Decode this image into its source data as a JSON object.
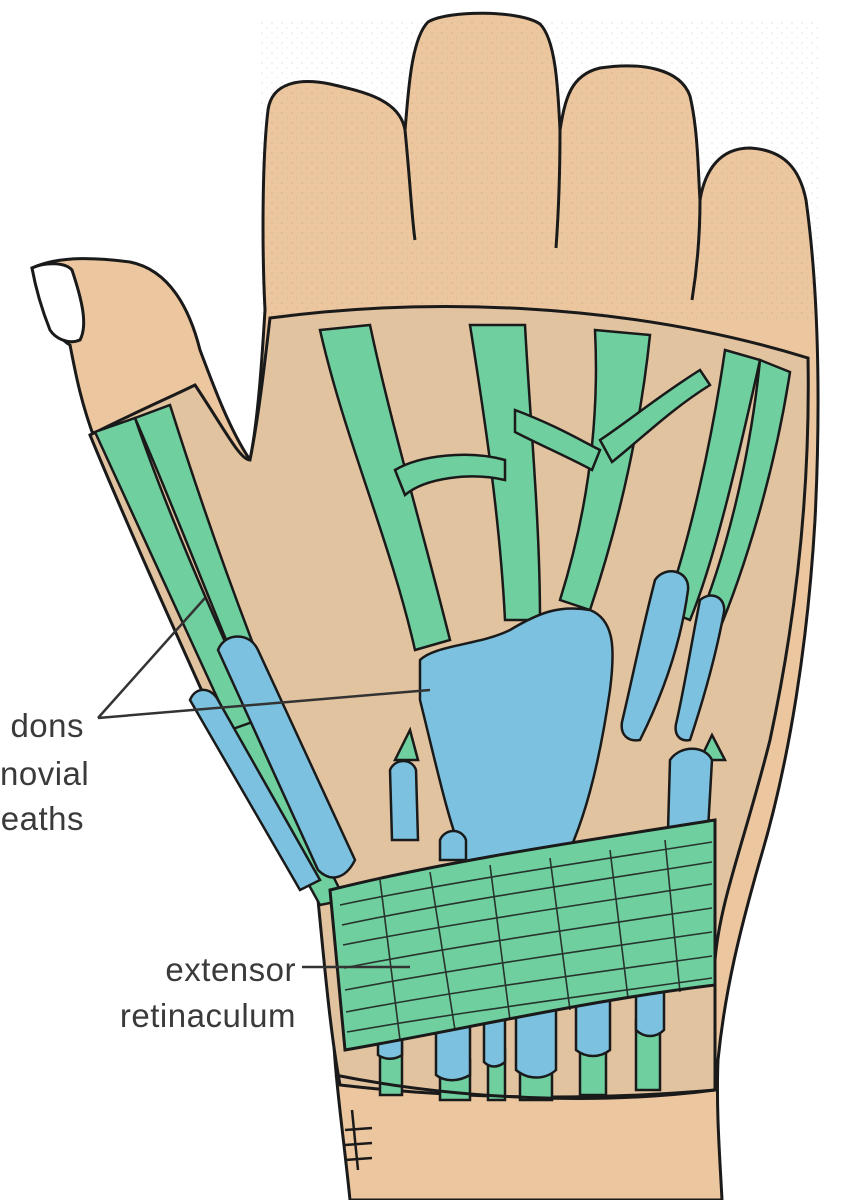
{
  "labels": {
    "tendons_line1": "dons",
    "tendons_line2": "novial",
    "tendons_line3": "eaths",
    "retinaculum_line1": "extensor",
    "retinaculum_line2": "retinaculum"
  },
  "colors": {
    "skin": "#ecc69e",
    "skin_inner": "#e2c3a0",
    "tendon_green": "#6fcf9f",
    "sheath_blue": "#7cc2e0",
    "outline": "#1a1a1a",
    "label_text": "#3a3a3a",
    "leader_line": "#333333"
  }
}
